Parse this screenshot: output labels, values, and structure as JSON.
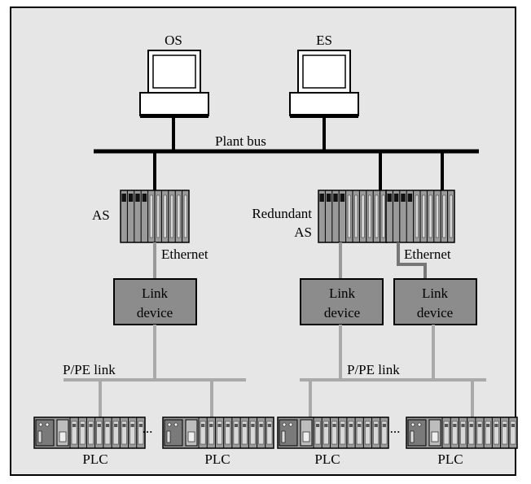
{
  "labels": {
    "os": "OS",
    "es": "ES",
    "plant_bus": "Plant bus",
    "as": "AS",
    "redundant_line1": "Redundant",
    "redundant_line2": "AS",
    "ethernet": "Ethernet",
    "link": "Link",
    "device": "device",
    "pple_link": "P/PE link",
    "plc": "PLC",
    "ellipsis": "..."
  },
  "colors": {
    "background": "#e6e6e6",
    "line_black": "#000000",
    "line_gray": "#999999",
    "link_box": "#8c8c8c",
    "rack": "#9a9a9a"
  }
}
